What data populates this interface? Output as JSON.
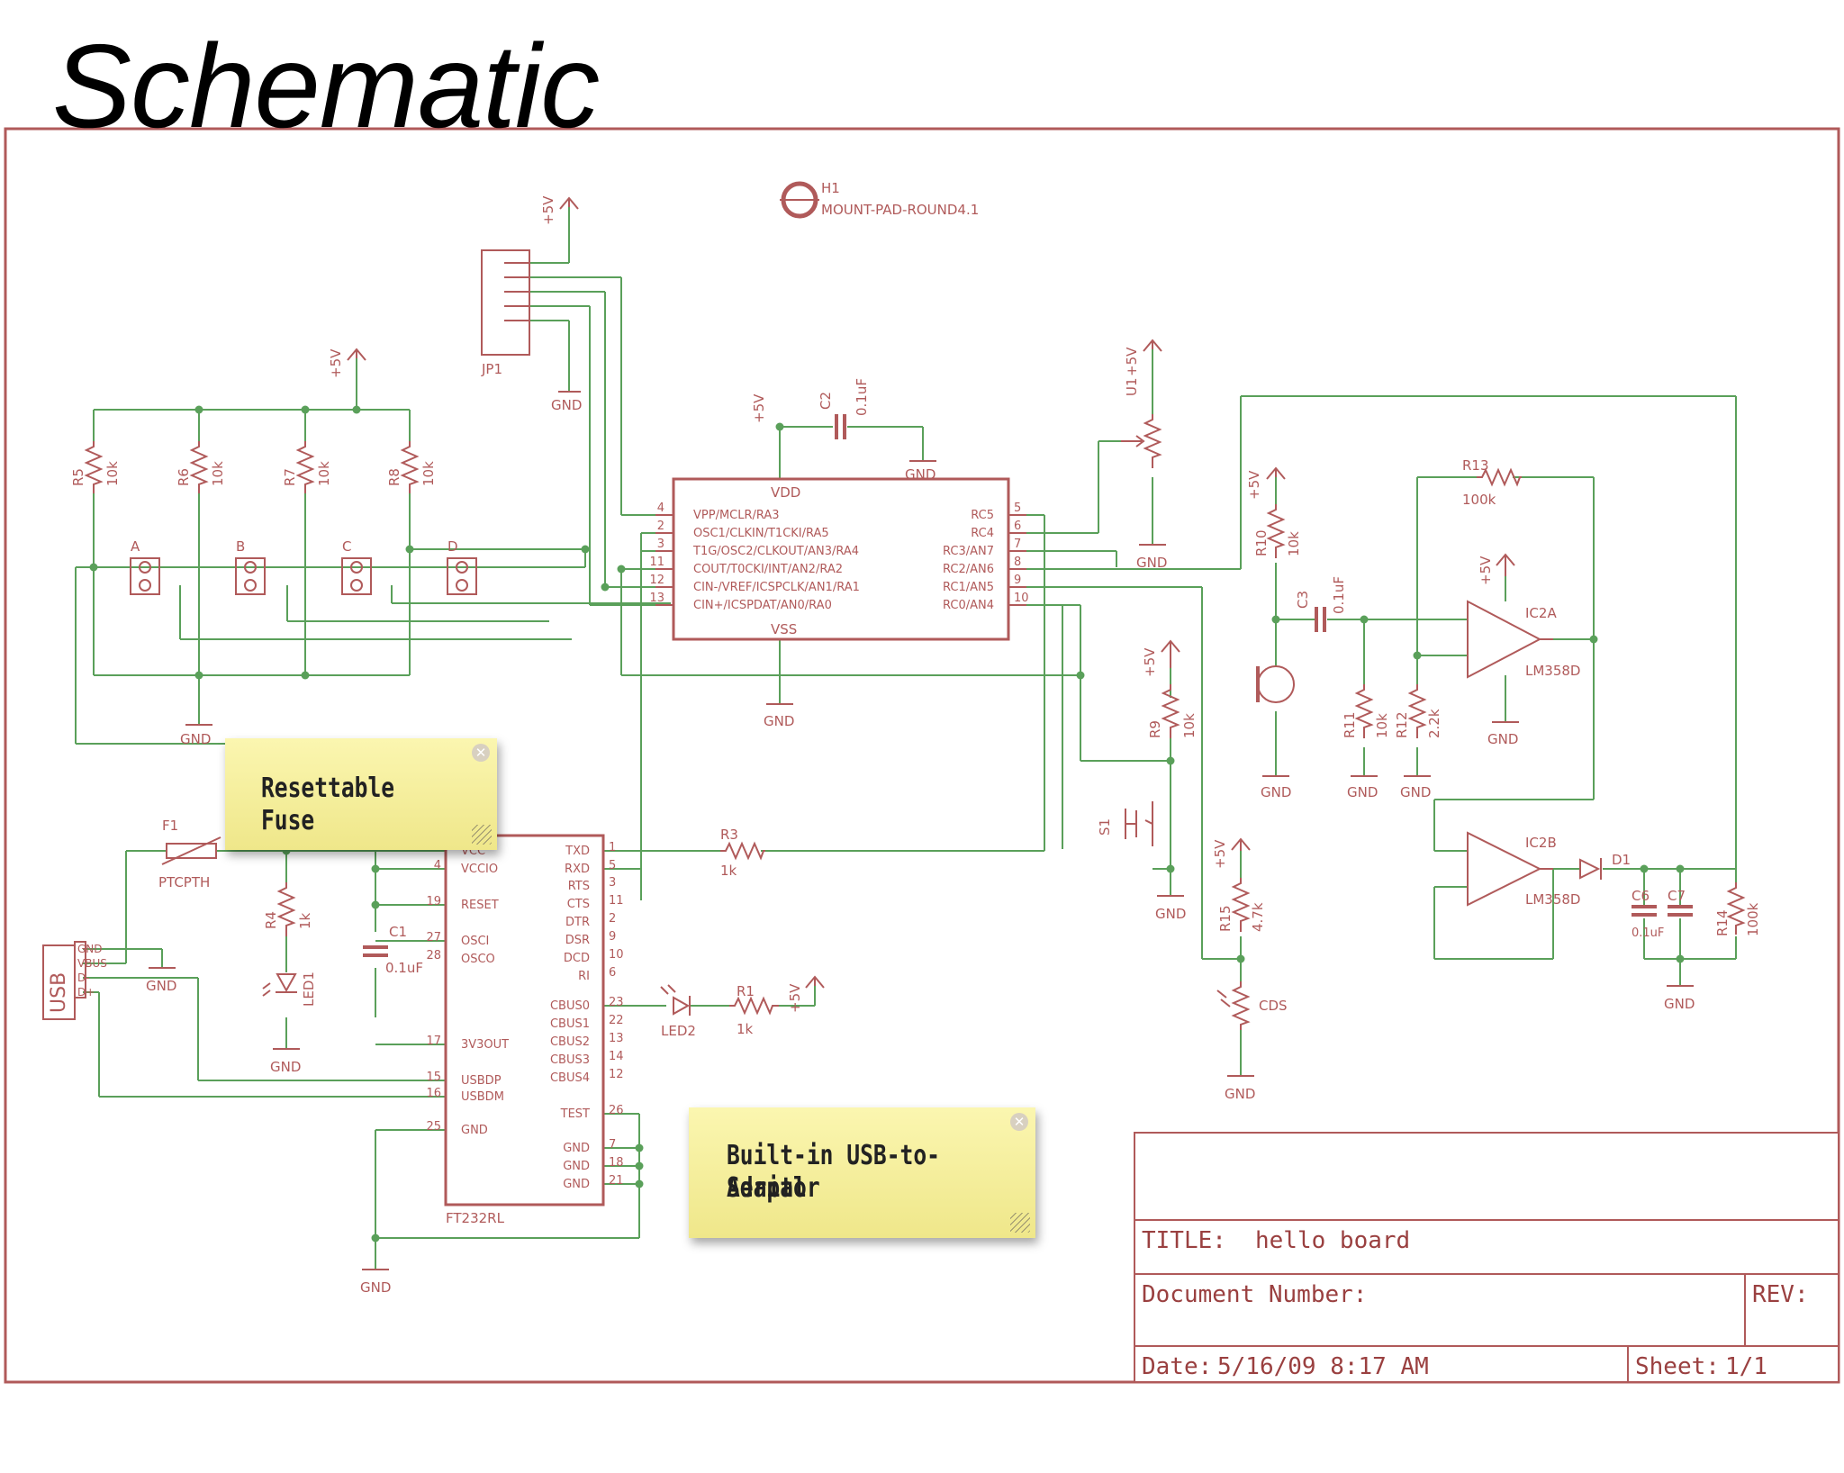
{
  "title": "Schematic",
  "notes": {
    "fuse": "Resettable Fuse",
    "usb_serial_1": "Built-in USB-to-Serial",
    "usb_serial_2": "Adaptor"
  },
  "title_block": {
    "title_label": "TITLE:",
    "title_value": "hello board",
    "doc_label": "Document Number:",
    "rev_label": "REV:",
    "date_label": "Date:",
    "date_value": "5/16/09 8:17 AM",
    "sheet_label": "Sheet:",
    "sheet_value": "1/1"
  },
  "components": {
    "h1": "H1",
    "h1_pkg": "MOUNT-PAD-ROUND4.1",
    "jp1": "JP1",
    "pic_vdd": "VDD",
    "pic_vss": "VSS",
    "pic_left": [
      "VPP/MCLR/RA3",
      "OSC1/CLKIN/T1CKI/RA5",
      "T1G/OSC2/CLKOUT/AN3/RA4",
      "COUT/T0CKI/INT/AN2/RA2",
      "CIN-/VREF/ICSPCLK/AN1/RA1",
      "CIN+/ICSPDAT/AN0/RA0"
    ],
    "pic_right": [
      "RC5",
      "RC4",
      "RC3/AN7",
      "RC2/AN6",
      "RC1/AN5",
      "RC0/AN4"
    ],
    "pic_lpins": [
      "4",
      "2",
      "3",
      "11",
      "12",
      "13"
    ],
    "pic_rpins": [
      "5",
      "6",
      "7",
      "8",
      "9",
      "10"
    ],
    "ft_left": [
      "VCC",
      "VCCIO",
      "RESET",
      "OSCI",
      "OSCO",
      "3V3OUT",
      "USBDP",
      "USBDM",
      "GND"
    ],
    "ft_lpins": [
      "",
      "4",
      "19",
      "27",
      "28",
      "17",
      "15",
      "16",
      "25"
    ],
    "ft_right": [
      "TXD",
      "RXD",
      "RTS",
      "CTS",
      "DTR",
      "DSR",
      "DCD",
      "RI",
      "CBUS0",
      "CBUS1",
      "CBUS2",
      "CBUS3",
      "CBUS4",
      "TEST",
      "GND",
      "GND",
      "GND"
    ],
    "ft_rpins": [
      "1",
      "5",
      "3",
      "11",
      "2",
      "9",
      "10",
      "6",
      "23",
      "22",
      "13",
      "14",
      "12",
      "26",
      "7",
      "18",
      "21"
    ],
    "ft_name": "FT232RL",
    "op_a": "IC2A",
    "op_b": "IC2B",
    "op_val": "LM358D",
    "usb": "USB",
    "usb_pins": [
      "GND",
      "VBUS",
      "D-",
      "D+"
    ],
    "r_labels": {
      "r5": "R5",
      "r6": "R6",
      "r7": "R7",
      "r8": "R8",
      "r10": "R10",
      "r13": "R13",
      "r9": "R9",
      "r11": "R11",
      "r12": "R12",
      "r15": "R15",
      "r14": "R14",
      "r3": "R3",
      "r4": "R4",
      "r1": "R1",
      "ten_k": "10k",
      "hundred_k": "100k",
      "two_k": "2.2k",
      "four_k": "4.7k",
      "one_k": "1k"
    },
    "c_labels": {
      "c1": "C1",
      "c2": "C2",
      "c3": "C3",
      "c6": "C6",
      "c7": "C7",
      "cap_val": "0.1uF"
    },
    "misc": {
      "gnd": "GND",
      "plus5": "+5V",
      "u1": "U1",
      "f1": "F1",
      "ptc": "PTCPTH",
      "led1": "LED1",
      "led2": "LED2",
      "s1": "S1",
      "d1": "D1",
      "cds": "CDS",
      "btn_a": "A",
      "btn_b": "B",
      "btn_c": "C",
      "btn_d": "D"
    }
  }
}
